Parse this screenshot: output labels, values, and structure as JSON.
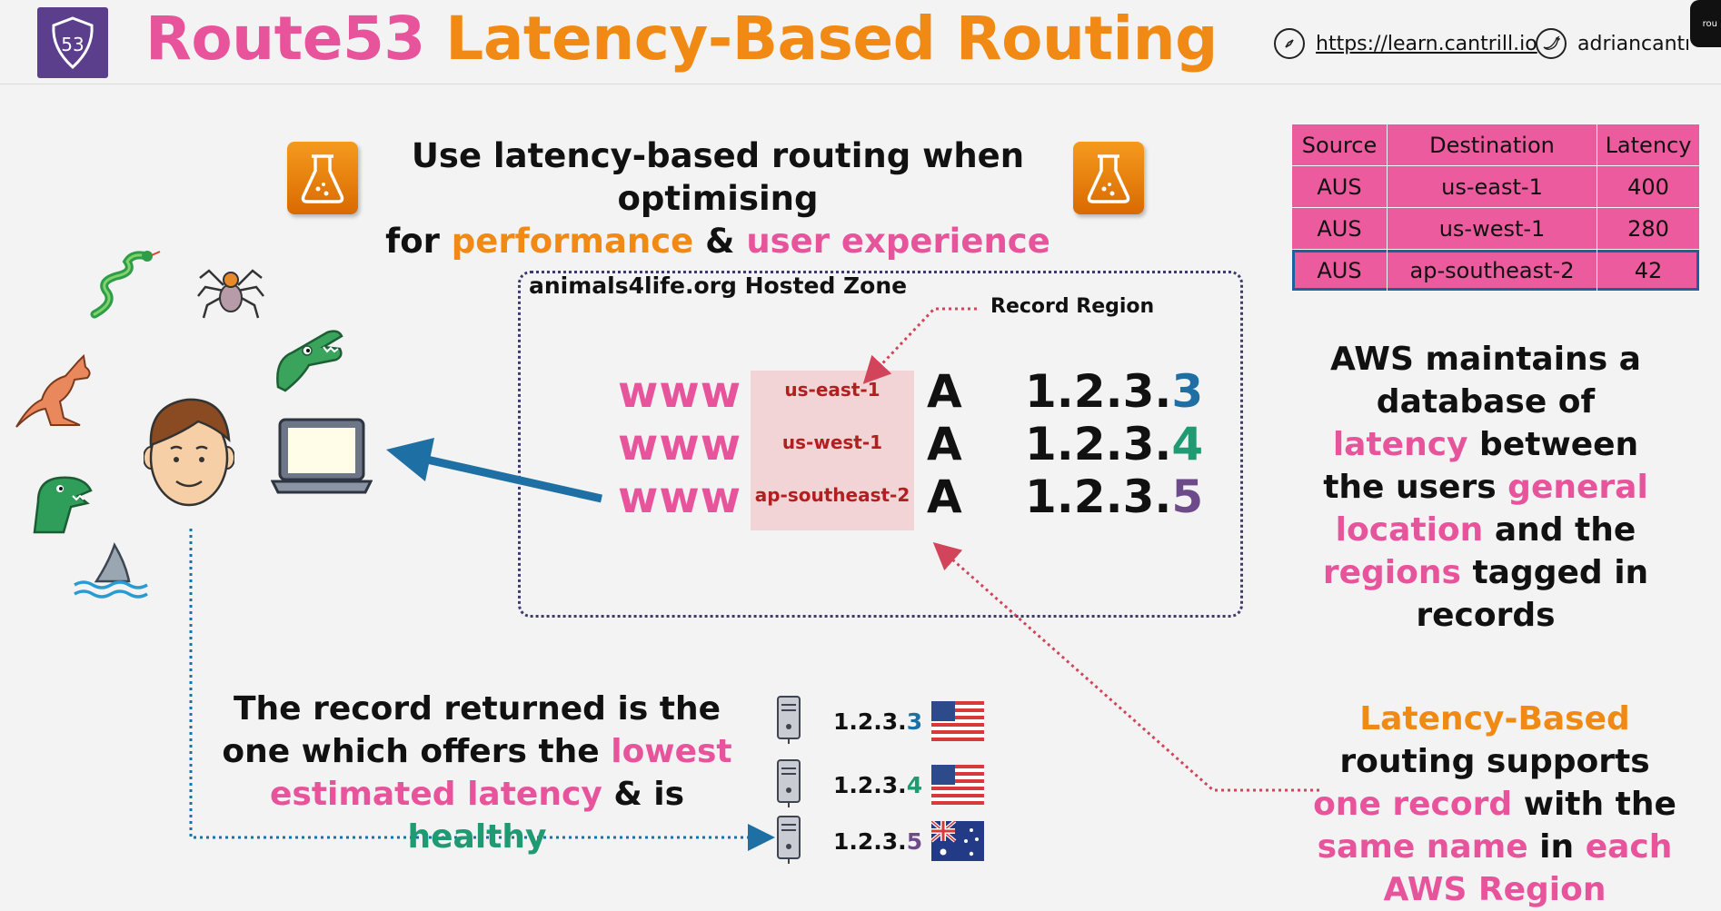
{
  "header": {
    "logo_text": "53",
    "title_part1": "Route53",
    "title_part2": "Latency-Based Routing",
    "link_url": "https://learn.cantrill.io",
    "twitter_handle": "adriancantrill",
    "corner_label": "rou"
  },
  "tagline": {
    "line1": "Use latency-based routing when optimising",
    "line2_pre": "for ",
    "line2_kw1": "performance",
    "line2_mid": " & ",
    "line2_kw2": "user experience"
  },
  "latency_table": {
    "headers": [
      "Source",
      "Destination",
      "Latency"
    ],
    "rows": [
      {
        "source": "AUS",
        "destination": "us-east-1",
        "latency": "400"
      },
      {
        "source": "AUS",
        "destination": "us-west-1",
        "latency": "280"
      },
      {
        "source": "AUS",
        "destination": "ap-southeast-2",
        "latency": "42"
      }
    ]
  },
  "hosted_zone": {
    "title": "animals4life.org Hosted Zone",
    "record_region_label": "Record Region",
    "records": [
      {
        "name": "www",
        "region": "us-east-1",
        "type": "A",
        "ip_prefix": "1.2.3.",
        "ip_last": "3"
      },
      {
        "name": "www",
        "region": "us-west-1",
        "type": "A",
        "ip_prefix": "1.2.3.",
        "ip_last": "4"
      },
      {
        "name": "www",
        "region": "ap-southeast-2",
        "type": "A",
        "ip_prefix": "1.2.3.",
        "ip_last": "5"
      }
    ]
  },
  "right_text": {
    "t1": "AWS maintains a database of ",
    "k1": "latency",
    "t2": " between the users ",
    "k2": "general location",
    "t3": " and the ",
    "k3": "regions",
    "t4": " tagged in records"
  },
  "bottom_text": {
    "t1": "The record returned is the one which offers the ",
    "k1": "lowest estimated latency",
    "t2": " & is ",
    "k2": "healthy"
  },
  "bottom_right_text": {
    "k1": "Latency-Based",
    "t1": " routing supports ",
    "k2": "one record",
    "t2": " with the ",
    "k3": "same name",
    "t3": " in ",
    "k4": "each AWS Region"
  },
  "servers": [
    {
      "ip_prefix": "1.2.3.",
      "ip_last": "3",
      "flag": "us-flag"
    },
    {
      "ip_prefix": "1.2.3.",
      "ip_last": "4",
      "flag": "us-flag"
    },
    {
      "ip_prefix": "1.2.3.",
      "ip_last": "5",
      "flag": "australia-flag"
    }
  ],
  "colors": {
    "pink": "#e8549c",
    "orange": "#f08a14",
    "teal": "#1f9a72",
    "blue": "#1e6fa3",
    "purple": "#6d4a8a",
    "logo_purple": "#5b3f8c",
    "table_pink": "#ec5b9e",
    "highlight_blue": "#1f5f9e"
  },
  "icons": [
    "route53-shield-icon",
    "compass-icon",
    "twitter-bird-icon",
    "beaker-icon",
    "snake-icon",
    "spider-icon",
    "kangaroo-icon",
    "crocodile-icon",
    "dinosaur-icon",
    "shark-icon",
    "user-face-icon",
    "laptop-icon",
    "server-icon",
    "us-flag",
    "australia-flag"
  ]
}
